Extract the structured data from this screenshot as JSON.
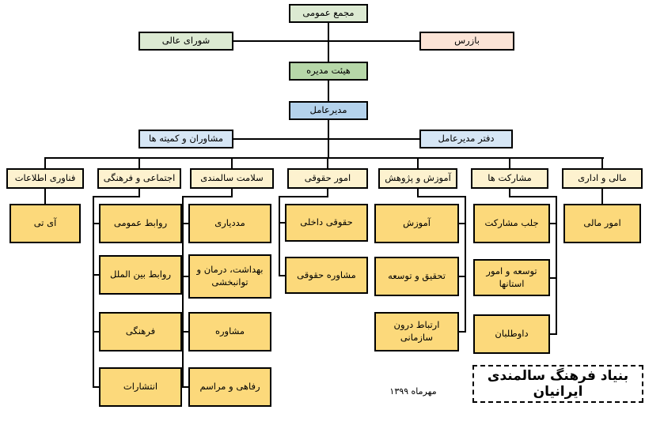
{
  "org": {
    "general_assembly": "مجمع عمومی",
    "supreme_council": "شورای عالی",
    "inspector": "بازرس",
    "board": "هیئت مدیره",
    "ceo": "مدیرعامل",
    "advisors_committees": "مشاوران و کمیته ها",
    "ceo_office": "دفتر مدیرعامل",
    "departments": [
      {
        "label": "فناوری اطلاعات",
        "children": [
          {
            "label": "آی تی"
          }
        ]
      },
      {
        "label": "اجتماعی و فرهنگی",
        "children": [
          {
            "label": "روابط عمومی"
          },
          {
            "label": "روابط بین الملل"
          },
          {
            "label": "فرهنگی"
          },
          {
            "label": "انتشارات"
          }
        ]
      },
      {
        "label": "سلامت سالمندی",
        "children": [
          {
            "label": "مددیاری"
          },
          {
            "label": "بهداشت، درمان و توانبخشی"
          },
          {
            "label": "مشاوره"
          },
          {
            "label": "رفاهی و مراسم"
          }
        ]
      },
      {
        "label": "امور حقوقی",
        "children": [
          {
            "label": "حقوقی داخلی"
          },
          {
            "label": "مشاوره حقوقی"
          }
        ]
      },
      {
        "label": "آموزش و پژوهش",
        "children": [
          {
            "label": "آموزش"
          },
          {
            "label": "تحقیق و توسعه"
          },
          {
            "label": "ارتباط درون سازمانی"
          }
        ]
      },
      {
        "label": "مشارکت ها",
        "children": [
          {
            "label": "جلب مشارکت"
          },
          {
            "label": "توسعه و امور استانها"
          },
          {
            "label": "داوطلبان"
          }
        ]
      },
      {
        "label": "مالی و اداری",
        "children": [
          {
            "label": "امور مالی"
          }
        ]
      }
    ]
  },
  "footer": {
    "date": "مهرماه ۱۳۹۹"
  },
  "title_box": {
    "label": "بنیاد فرهنگ سالمندی ایرانیان"
  },
  "colors": {
    "green_light": "#dcead2",
    "green_mid": "#b6d7a8",
    "pink": "#fce4d6",
    "blue": "#b4d2ec",
    "blue_light": "#d6e6f5",
    "cream": "#fdf2cf",
    "gold": "#fcd97b",
    "line": "#000000",
    "text": "#000000"
  }
}
